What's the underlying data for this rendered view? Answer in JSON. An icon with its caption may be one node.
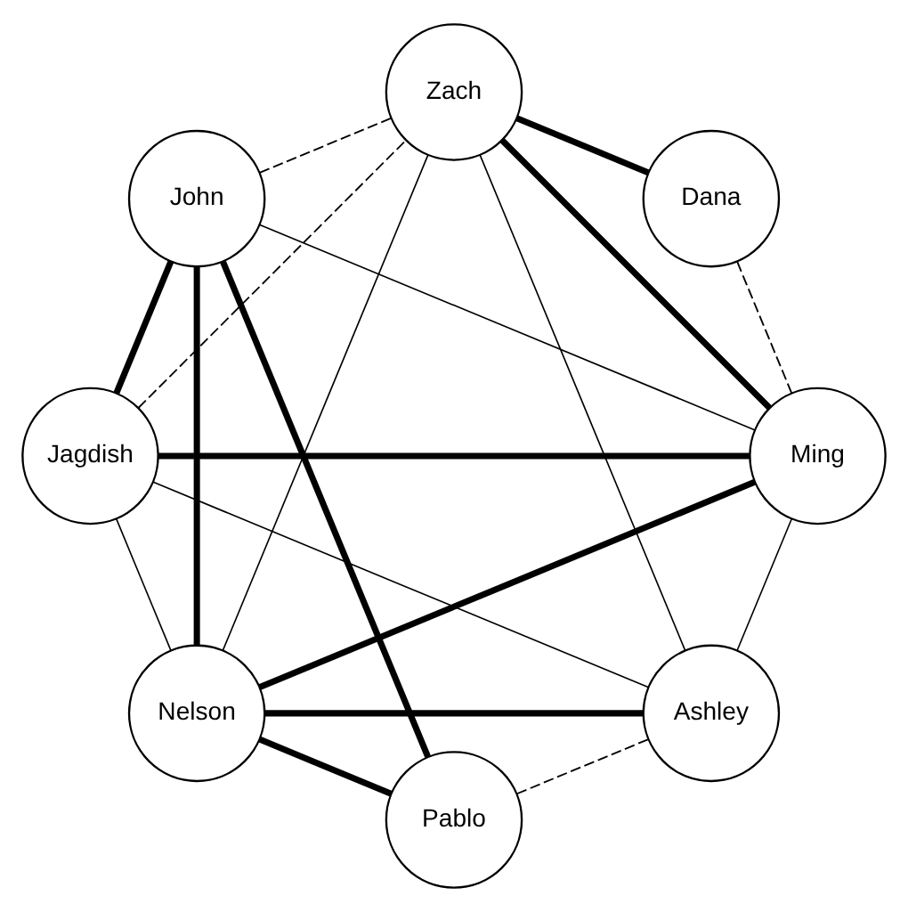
{
  "diagram": {
    "nodes": [
      {
        "text": [
          "John"
        ]
      },
      {
        "text": [
          "Pablo"
        ]
      },
      {
        "text": [
          "Nelson"
        ]
      },
      {
        "text": [
          "Zach"
        ]
      },
      {
        "text": [
          "Dana"
        ]
      },
      {
        "text": [
          "Ming"
        ]
      },
      {
        "text": [
          "Ashley"
        ]
      },
      {
        "text": [
          "Jagdish"
        ]
      }
    ],
    "edges": [
      {
        "from": 0,
        "to": 7,
        "arrow": "none",
        "style": "thick"
      },
      {
        "from": 0,
        "to": 1,
        "arrow": "none",
        "style": "thick"
      },
      {
        "from": 0,
        "to": 2,
        "arrow": "none",
        "style": "thick"
      },
      {
        "from": 0,
        "to": 5,
        "arrow": "none"
      },
      {
        "from": 0,
        "to": 3,
        "arrow": "none",
        "style": "dashed"
      },
      {
        "from": 1,
        "to": 2,
        "arrow": "none",
        "style": "thick"
      },
      {
        "from": 1,
        "to": 6,
        "arrow": "none",
        "style": "dashed"
      },
      {
        "from": 7,
        "to": 6,
        "arrow": "none"
      },
      {
        "from": 7,
        "to": 5,
        "arrow": "none",
        "style": "thick"
      },
      {
        "from": 7,
        "to": 2,
        "arrow": "none"
      },
      {
        "from": 7,
        "to": 3,
        "arrow": "none",
        "style": "dashed"
      },
      {
        "from": 6,
        "to": 2,
        "arrow": "none",
        "style": "thick"
      },
      {
        "from": 6,
        "to": 5,
        "arrow": "none"
      },
      {
        "from": 6,
        "to": 3,
        "arrow": "none"
      },
      {
        "from": 2,
        "to": 5,
        "arrow": "none",
        "style": "thick"
      },
      {
        "from": 2,
        "to": 3,
        "arrow": "none"
      },
      {
        "from": 5,
        "to": 3,
        "arrow": "none",
        "style": "thick"
      },
      {
        "from": 5,
        "to": 4,
        "arrow": "none",
        "style": "dashed"
      },
      {
        "from": 3,
        "to": 4,
        "arrow": "none",
        "style": "thick"
      }
    ]
  }
}
